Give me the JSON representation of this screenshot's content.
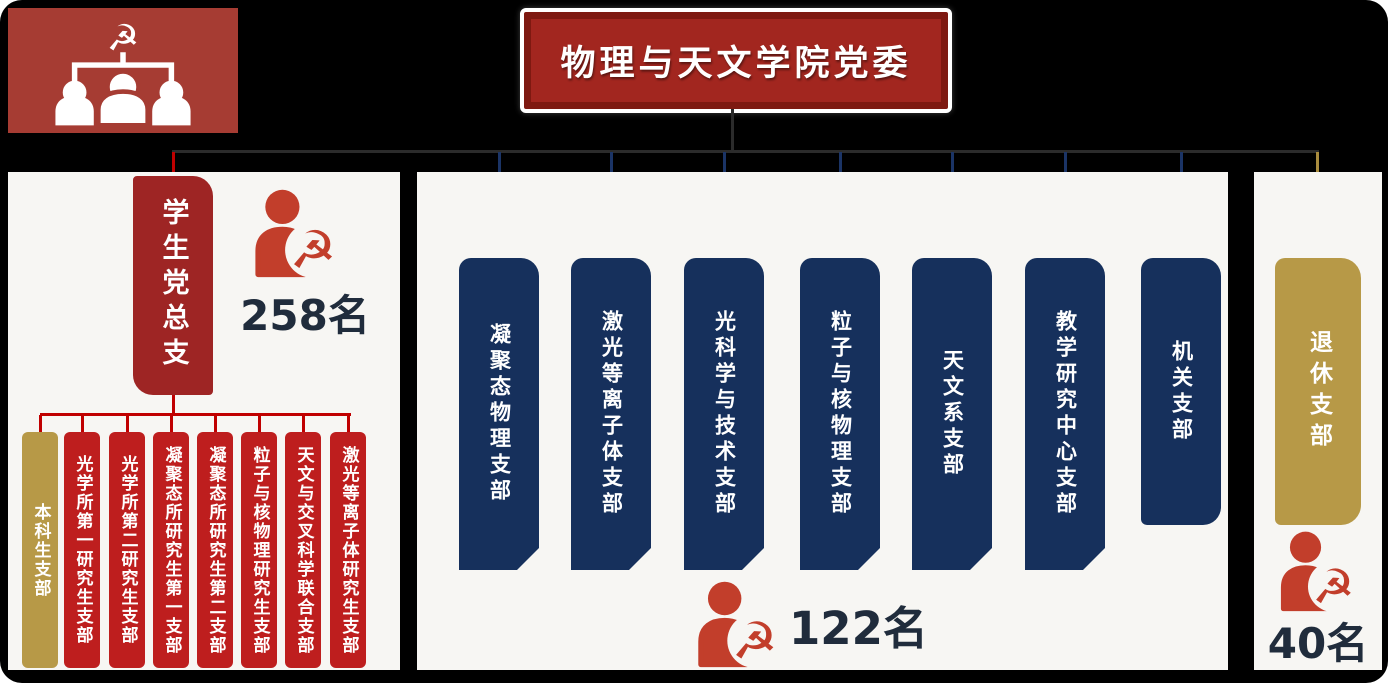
{
  "header": {
    "title": "物理与天文学院党委",
    "badge_icon": "party-org-people-icon"
  },
  "colors": {
    "page_bg": "#000000",
    "panel_bg": "#f7f6f3",
    "title_red": "#a2261f",
    "title_frame": "#7e1911",
    "badge_red": "#a63c33",
    "head_box_red": "#9e2524",
    "branch_red": "#be1e1e",
    "gold": "#b79947",
    "navy": "#16305c",
    "connector_dark": "#2b2b2b",
    "connector_red": "#c00000",
    "connector_navy": "#1b3466",
    "connector_gold": "#a98c3e",
    "icon_red": "#c23e2b",
    "count_text": "#202c3c"
  },
  "left_panel": {
    "head_label": "学生党总支",
    "stat": {
      "count": "258名",
      "icon": "party-member-icon"
    },
    "branches": [
      {
        "label": "本科生支部",
        "variant": "gold"
      },
      {
        "label": "光学所第一研究生支部",
        "variant": "red"
      },
      {
        "label": "光学所第二研究生支部",
        "variant": "red"
      },
      {
        "label": "凝聚态所研究生第一支部",
        "variant": "red"
      },
      {
        "label": "凝聚态所研究生第二支部",
        "variant": "red"
      },
      {
        "label": "粒子与核物理研究生支部",
        "variant": "red"
      },
      {
        "label": "天文与交叉科学联合支部",
        "variant": "red"
      },
      {
        "label": "激光等离子体研究生支部",
        "variant": "red"
      }
    ]
  },
  "middle_panel": {
    "branches": [
      {
        "label": "凝聚态物理支部"
      },
      {
        "label": "激光等离子体支部"
      },
      {
        "label": "光科学与技术支部"
      },
      {
        "label": "粒子与核物理支部"
      },
      {
        "label": "天文系支部"
      },
      {
        "label": "教学研究中心支部"
      },
      {
        "label": "机关支部"
      }
    ],
    "stat": {
      "count": "122名",
      "icon": "party-member-icon"
    }
  },
  "right_panel": {
    "branch_label": "退休支部",
    "stat": {
      "count": "40名",
      "icon": "party-member-icon"
    }
  }
}
